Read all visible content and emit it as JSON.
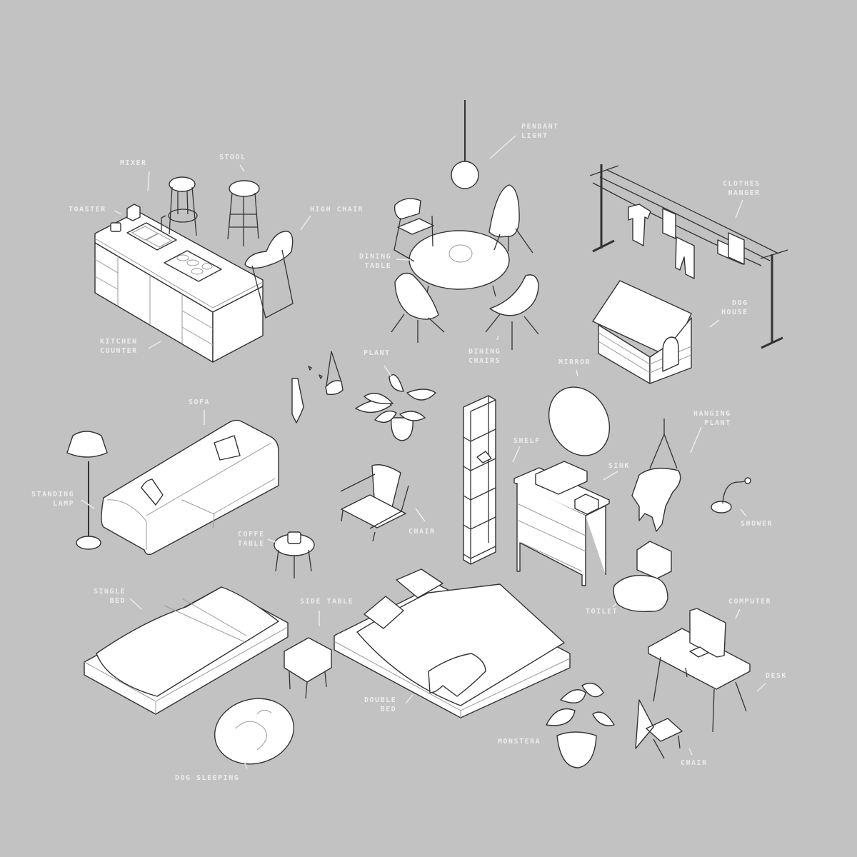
{
  "diagram": {
    "background": "#c2c2c2",
    "label_color": "#ececec",
    "labels": {
      "mixer": "MIXER",
      "stool": "STOOL",
      "toaster": "TOASTER",
      "high_chair": "HIGH CHAIR",
      "kitchen_counter": "KITCHEN\nCOUNTER",
      "pendant_light": "PENDANT\nLIGHT",
      "dining_table": "DINING\nTABLE",
      "dining_chairs": "DINING\nCHAIRS",
      "clothes_hanger": "CLOTHES\nHANGER",
      "dog_house": "DOG\nHOUSE",
      "plant": "PLANT",
      "mirror": "MIRROR",
      "sofa": "SOFA",
      "standing_lamp": "STANDING\nLAMP",
      "coffe_table": "COFFE\nTABLE",
      "chair_lounge": "CHAIR",
      "shelf": "SHELF",
      "sink": "SINK",
      "hanging_plant": "HANGING\nPLANT",
      "shower": "SHOWER",
      "toilet": "TOILET",
      "single_bed": "SINGLE\nBED",
      "side_table": "SIDE TABLE",
      "double_bed": "DOUBLE\nBED",
      "computer": "COMPUTER",
      "desk": "DESK",
      "monstera": "MONSTERA",
      "chair_desk": "CHAIR",
      "dog_sleeping": "DOG SLEEPING"
    }
  }
}
